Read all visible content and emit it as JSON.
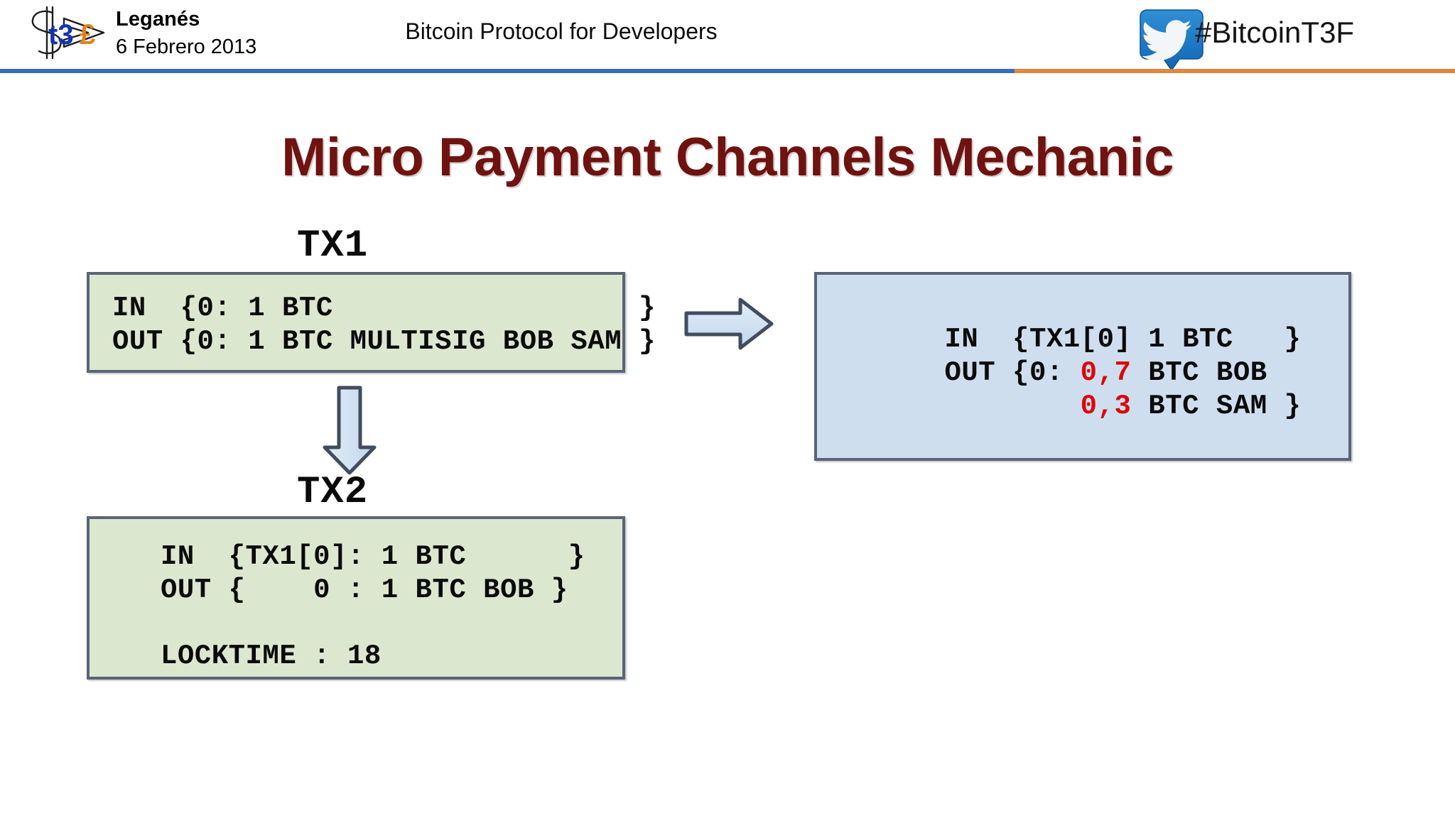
{
  "header": {
    "logo": {
      "name": "t3f-logo",
      "text_blue": "t3",
      "text_orange": "£"
    },
    "org_city": "Leganés",
    "org_date": "6 Febrero 2013",
    "center_title": "Bitcoin Protocol for Developers",
    "twitter_handle": "#BitcoinT3F",
    "twitter_icon_name": "twitter-bird-icon",
    "divider_blue": "#3a6db5",
    "divider_orange": "#e2873f"
  },
  "slide": {
    "title": "Micro Payment Channels Mechanic",
    "title_color": "#6E1310"
  },
  "diagram": {
    "tx1": {
      "label": "TX1",
      "box_color": "#DCE7D0",
      "border_color": "#5A6575",
      "lines": [
        "IN  {0: 1 BTC                  }",
        "OUT {0: 1 BTC MULTISIG BOB SAM }"
      ]
    },
    "tx2": {
      "label": "TX2",
      "box_color": "#DCE7D0",
      "border_color": "#5A6575",
      "lines": [
        "IN  {TX1[0]: 1 BTC      }",
        "OUT {    0 : 1 BTC BOB }",
        "LOCKTIME : 18"
      ]
    },
    "result": {
      "box_color": "#CFDEEF",
      "border_color": "#5A6575",
      "highlight_color": "#D80A0A",
      "lines": [
        {
          "pre": "IN  {TX1[0] 1 BTC   }",
          "hl": "",
          "post": ""
        },
        {
          "pre": "OUT {0: ",
          "hl": "0,7",
          "post": " BTC BOB"
        },
        {
          "pre": "        ",
          "hl": "0,3",
          "post": " BTC SAM }"
        }
      ]
    },
    "arrow_right_name": "arrow-right",
    "arrow_down_name": "arrow-down",
    "arrow_fill": "#CFDEEF",
    "arrow_border": "#414D5E"
  }
}
